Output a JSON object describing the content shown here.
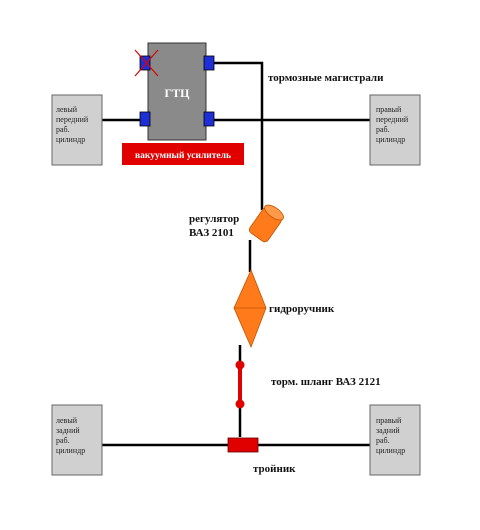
{
  "master_cylinder": {
    "label": "ГТЦ"
  },
  "vacuum_booster": {
    "label": "вакуумный усилитель"
  },
  "brake_lines": {
    "label": "тормозные магистрали"
  },
  "regulator": {
    "label_line1": "регулятор",
    "label_line2": "ВАЗ 2101"
  },
  "hydro_handbrake": {
    "label": "гидроручник"
  },
  "brake_hose": {
    "label": "торм. шланг ВАЗ 2121"
  },
  "tee": {
    "label": "тройник"
  },
  "wheel_cylinders": {
    "front_left": [
      "левый",
      "передний",
      "раб.",
      "цилиндр"
    ],
    "front_right": [
      "правый",
      "передний",
      "раб.",
      "цилиндр"
    ],
    "rear_left": [
      "левый",
      "задний",
      "раб.",
      "цилиндр"
    ],
    "rear_right": [
      "правый",
      "задний",
      "раб.",
      "цилиндр"
    ]
  },
  "colors": {
    "master_cylinder": "#8a8a8a",
    "port": "#1f2fd6",
    "booster": "#e00000",
    "regulator": "#ff7a1a",
    "hose": "#e00000",
    "wheel_box": "#d0d0d0",
    "line": "#000000"
  }
}
